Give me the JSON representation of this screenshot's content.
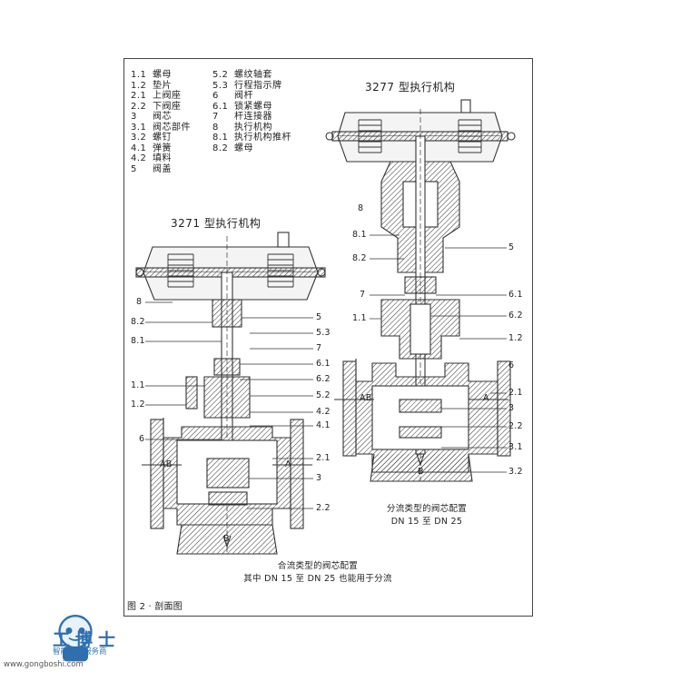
{
  "legend_left": [
    {
      "num": "1.1",
      "label": "螺母"
    },
    {
      "num": "1.2",
      "label": "垫片"
    },
    {
      "num": "2.1",
      "label": "上阀座"
    },
    {
      "num": "2.2",
      "label": "下阀座"
    },
    {
      "num": "3",
      "label": "阀芯"
    },
    {
      "num": "3.1",
      "label": "阀芯部件"
    },
    {
      "num": "3.2",
      "label": "螺钉"
    },
    {
      "num": "4.1",
      "label": "弹簧"
    },
    {
      "num": "4.2",
      "label": "填料"
    },
    {
      "num": "5",
      "label": "阀盖"
    }
  ],
  "legend_right": [
    {
      "num": "5.2",
      "label": "螺纹轴套"
    },
    {
      "num": "5.3",
      "label": "行程指示牌"
    },
    {
      "num": "6",
      "label": "阀杆"
    },
    {
      "num": "6.1",
      "label": "锁紧螺母"
    },
    {
      "num": "7",
      "label": "杆连接器"
    },
    {
      "num": "8",
      "label": "执行机构"
    },
    {
      "num": "8.1",
      "label": "执行机构推杆"
    },
    {
      "num": "8.2",
      "label": "螺母"
    }
  ],
  "title_3277": "3277 型执行机构",
  "title_3271": "3271 型执行机构",
  "labels_left": {
    "l8": "8",
    "l82": "8.2",
    "l81": "8.1",
    "l11": "1.1",
    "l12": "1.2",
    "l6": "6",
    "lAB": "AB",
    "lB": "B",
    "r5": "5",
    "r53": "5.3",
    "r7": "7",
    "r61": "6.1",
    "r62": "6.2",
    "r52": "5.2",
    "r42": "4.2",
    "r41": "4.1",
    "r21": "2.1",
    "r3": "3",
    "r22": "2.2",
    "rA": "A"
  },
  "labels_right": {
    "l8": "8",
    "l81": "8.1",
    "l82": "8.2",
    "l7": "7",
    "l11": "1.1",
    "lAB": "AB",
    "lB": "B",
    "r5": "5",
    "r61": "6.1",
    "r62": "6.2",
    "r12": "1.2",
    "r6": "6",
    "r21": "2.1",
    "r3": "3",
    "r22": "2.2",
    "r31": "3.1",
    "r32": "3.2",
    "rA": "A"
  },
  "caption_right_1": "分流类型的阀芯配置",
  "caption_right_2": "DN 15 至 DN 25",
  "caption_left_1": "合流类型的阀芯配置",
  "caption_left_2": "其中 DN 15 至 DN 25 也能用于分流",
  "figure_label": "图 2 · 剖面图",
  "watermark": {
    "brand": "工博士",
    "sub": "智能工厂服务商",
    "url": "www.gongboshi.com"
  }
}
